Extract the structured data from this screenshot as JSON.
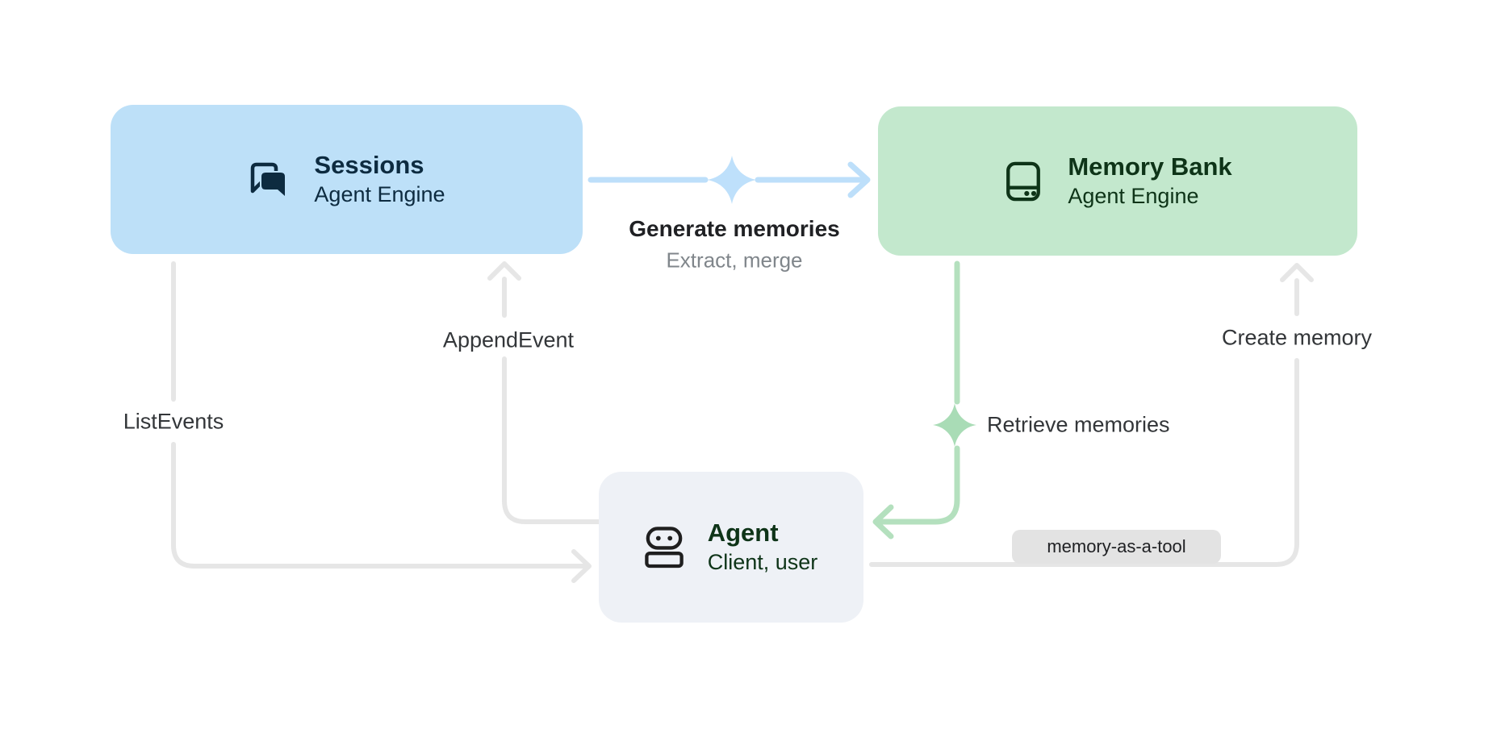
{
  "colors": {
    "canvas-bg": "#FFFFFF",
    "sessions-fill": "#BDE0F8",
    "sessions-text": "#0D2B40",
    "memory-fill": "#C3E8CD",
    "memory-text": "#0E3418",
    "agent-fill": "#EEF1F6",
    "agent-text": "#0E3418",
    "agent-icon-color": "#1F1F1F",
    "blue-line": "#BDDFFA",
    "blue-spark": "#BEE0FB",
    "green-line": "#B4E0BE",
    "green-spark": "#A9DCB6",
    "gray-line": "#E6E6E6",
    "label-dark": "#202124",
    "label-medium": "#333639",
    "label-gray": "#80868B",
    "badge-bg": "#E3E3E3",
    "badge-text": "#202124"
  },
  "nodes": {
    "sessions": {
      "title": "Sessions",
      "subtitle": "Agent Engine",
      "icon": "chat-icon"
    },
    "memory_bank": {
      "title": "Memory Bank",
      "subtitle": "Agent Engine",
      "icon": "storage-icon"
    },
    "agent": {
      "title": "Agent",
      "subtitle": "Client, user",
      "icon": "robot-icon"
    }
  },
  "edges": {
    "generate_memories": {
      "label": "Generate memories",
      "sublabel": "Extract, merge"
    },
    "append_event": {
      "label": "AppendEvent"
    },
    "list_events": {
      "label": "ListEvents"
    },
    "retrieve_memories": {
      "label": "Retrieve memories"
    },
    "create_memory": {
      "label": "Create memory"
    }
  },
  "badge": {
    "label": "memory-as-a-tool"
  }
}
